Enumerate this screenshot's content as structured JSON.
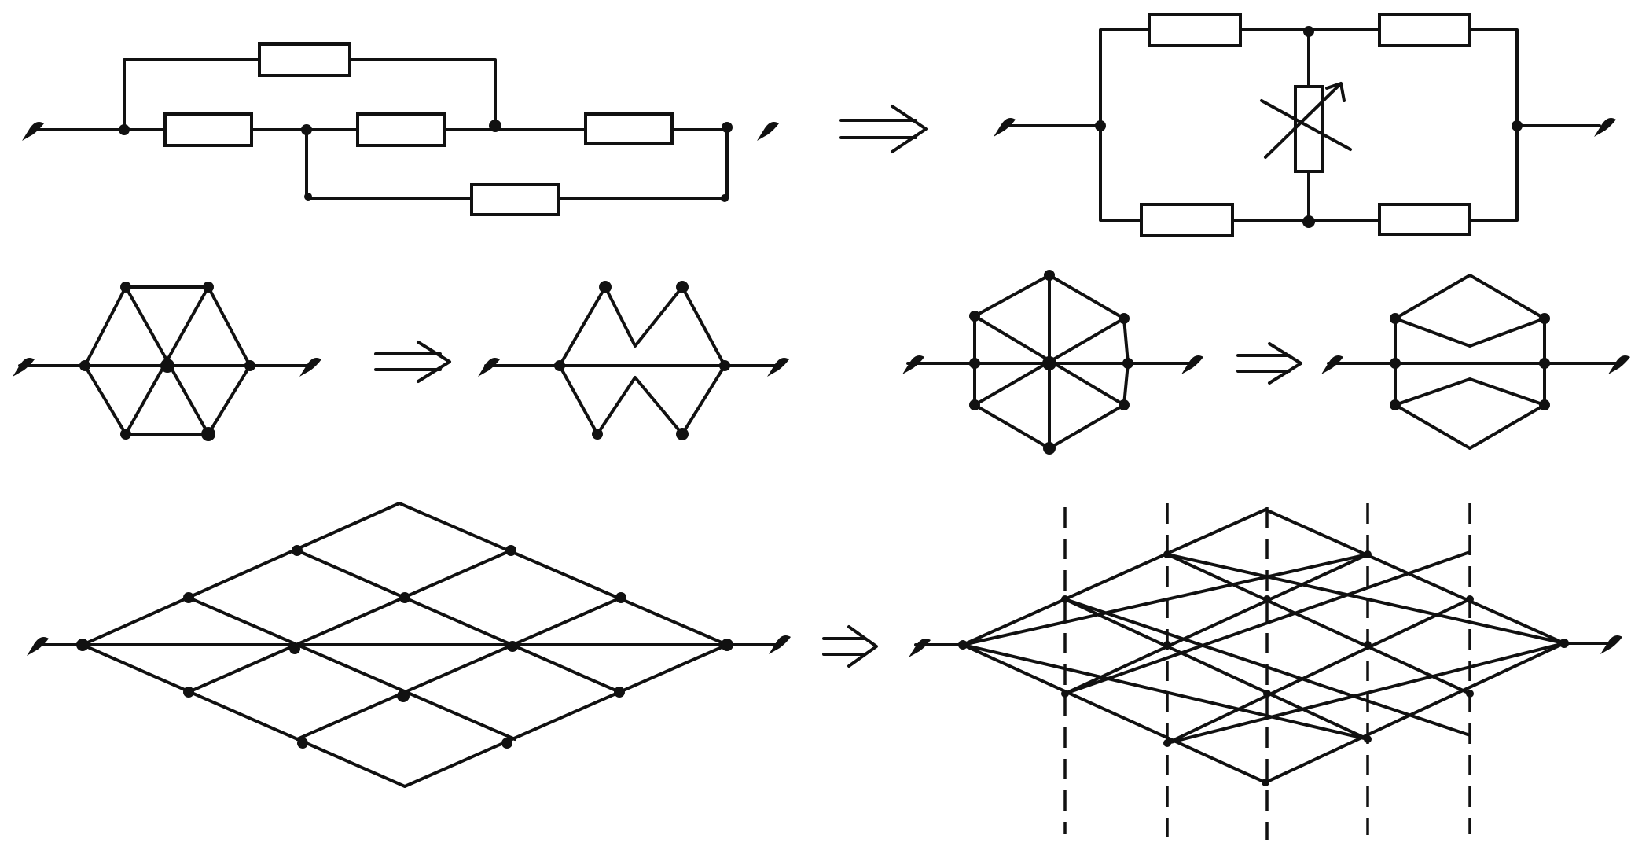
{
  "colors": {
    "ink": "#111111",
    "paper": "#ffffff"
  },
  "panels": [
    {
      "id": "series-parallel-circuit",
      "kind": "resistor-network"
    },
    {
      "id": "bridge-circuit",
      "kind": "resistor-network-with-crossed-resistor"
    },
    {
      "id": "hexagon-wheel-small",
      "kind": "graph"
    },
    {
      "id": "hexagon-split-small",
      "kind": "graph"
    },
    {
      "id": "hexagon-wheel-large",
      "kind": "graph"
    },
    {
      "id": "hexagon-split-large",
      "kind": "graph"
    },
    {
      "id": "rhombus-lattice",
      "kind": "graph"
    },
    {
      "id": "triangular-lattice-with-cuts",
      "kind": "graph"
    }
  ],
  "transforms": [
    {
      "from": "series-parallel-circuit",
      "to": "bridge-circuit",
      "symbol": "double-arrow"
    },
    {
      "from": "hexagon-wheel-small",
      "to": "hexagon-split-small",
      "symbol": "double-arrow"
    },
    {
      "from": "hexagon-wheel-large",
      "to": "hexagon-split-large",
      "symbol": "double-arrow"
    },
    {
      "from": "rhombus-lattice",
      "to": "triangular-lattice-with-cuts",
      "symbol": "double-arrow"
    }
  ]
}
